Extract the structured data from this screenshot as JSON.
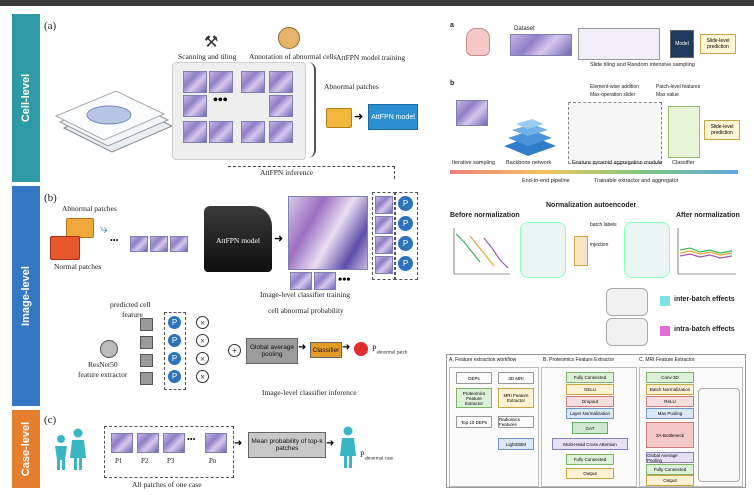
{
  "levels": {
    "cell": "Cell-level",
    "image": "Image-level",
    "case": "Case-level"
  },
  "colors": {
    "cell_band": "#2e9aa5",
    "image_band": "#3577c2",
    "case_band": "#e57e2e",
    "model_box": "#2b8fd0",
    "classifier_box": "#e39b26",
    "gap_box": "#9c9c9c",
    "prob_dot": "#e02d2d"
  },
  "cell_section": {
    "letter": "(a)",
    "scanning": "Scanning and tiling",
    "annotation": "Annotation of abnormal cells",
    "training": "AttFPN model training",
    "abnormal": "Abnormal patches",
    "model": "AttFPN model",
    "inference": "AttFPN inference"
  },
  "image_section": {
    "letter": "(b)",
    "abnormal": "Abnormal patches",
    "normal": "Normal patches",
    "model": "AttFPN model",
    "training": "Image-level classifier training",
    "cell_prob": "cell abnormal probability",
    "predicted": "predicted cell",
    "feature": "feature",
    "resnet1": "ResNet50",
    "resnet2": "feature extractor",
    "gap": "Global average pooling",
    "classifier": "Classifier",
    "p_abn": "P",
    "p_abn_sub": "abnormal patch",
    "inference": "Image-level classifier inference",
    "p_labels": [
      "P",
      "P",
      "P",
      "P"
    ]
  },
  "case_section": {
    "letter": "(c)",
    "patch_labels": [
      "P1",
      "P2",
      "P3",
      "Pn"
    ],
    "mean": "Mean probability of top-k patches",
    "p_case": "P",
    "p_case_sub": "abnormal case",
    "all_patches": "All patches of one case"
  },
  "right_top": {
    "label_a": "a",
    "label_b": "b",
    "dataset": "Dataset",
    "tiling": "Slide tiling and Random intensive sampling",
    "slide_pred": "Slide-level prediction",
    "model": "Model",
    "legend1": "Element-wise addition",
    "legend2": "Max-operation slider",
    "legend3": "Patch-level features",
    "legend4": "Max value",
    "iterative": "Iterative sampling",
    "backbone": "Backbone network",
    "fpa": "Feature pyramid aggregation module",
    "classifier": "Classifier",
    "pipeline": "End-to-end pipeline",
    "trainable": "Trainable extractor and aggregator"
  },
  "right_mid": {
    "title": "Normalization autoencoder",
    "before": "Before normalization",
    "after": "After normalization",
    "batch": "batch labels",
    "inject": "injection",
    "inter": "inter-batch effects",
    "intra": "intra-batch effects"
  },
  "right_bottom": {
    "col_a": "A. Feature extraction workflow",
    "col_b": "B. Proteomics Feature Extractor",
    "col_c": "C. MRI Feature Extractor",
    "a_items": [
      "DEPs",
      "3D MRI",
      "Proteomics Feature Extractor",
      "MRI Feature Extractor",
      "Top 10 DEPs",
      "Radiomics Features",
      "LightGBM"
    ],
    "b_items": [
      "Fully Connected",
      "GELU",
      "Dropout",
      "Layer Normalization",
      "GAT",
      "Multi-Head Cross Attention",
      "Fully Connected",
      "Output"
    ],
    "c_items": [
      "Conv 3D",
      "Batch Normalization",
      "ReLU",
      "Max Pooling",
      "3A-Bottleneck",
      "Global Average Pooling",
      "Fully Connected",
      "Output"
    ]
  }
}
